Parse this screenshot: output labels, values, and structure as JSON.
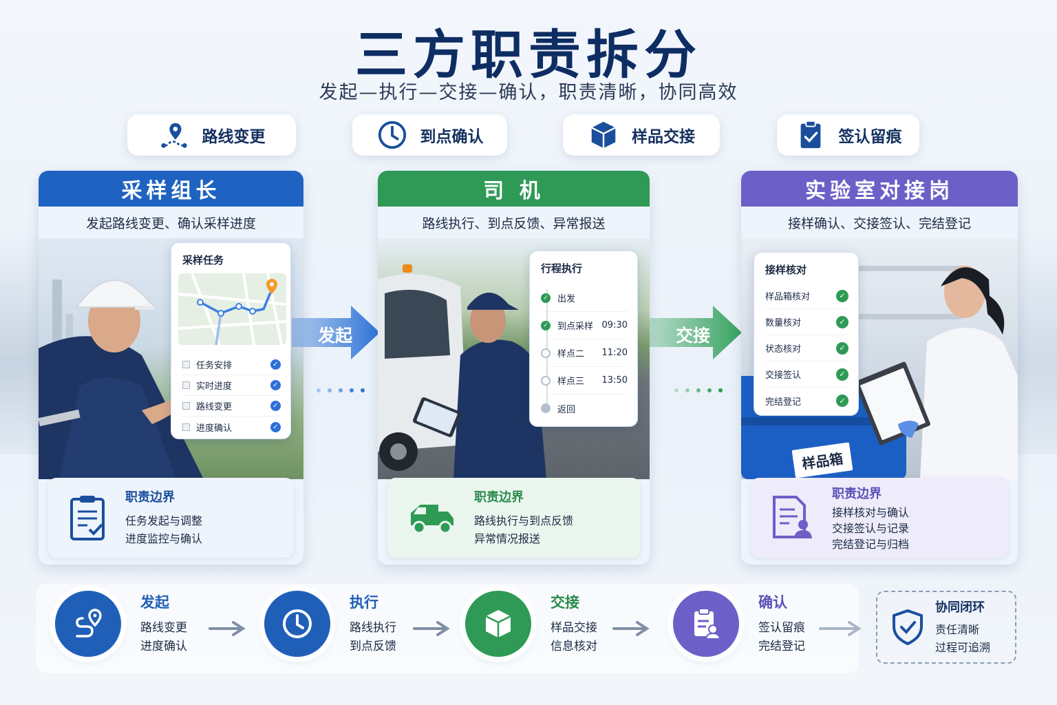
{
  "title": "三方职责拆分",
  "subtitle": "发起—执行—交接—确认，职责清晰，协同高效",
  "pills": [
    {
      "label": "路线变更",
      "icon": "route-pin-icon"
    },
    {
      "label": "到点确认",
      "icon": "clock-icon"
    },
    {
      "label": "样品交接",
      "icon": "box-icon"
    },
    {
      "label": "签认留痕",
      "icon": "clipboard-check-icon"
    }
  ],
  "panels": [
    {
      "title": "采样组长",
      "subtitle": "发起路线变更、确认采样进度",
      "color": "#1f63c2",
      "card": {
        "title": "采样任务",
        "items": [
          "任务安排",
          "实时进度",
          "路线变更",
          "进度确认"
        ]
      },
      "duty": {
        "title": "职责边界",
        "lines": [
          "任务发起与调整",
          "进度监控与确认"
        ]
      }
    },
    {
      "title": "司 机",
      "subtitle": "路线执行、到点反馈、异常报送",
      "color": "#2e9a55",
      "card": {
        "title": "行程执行",
        "items": [
          {
            "label": "出发",
            "time": ""
          },
          {
            "label": "到点采样",
            "time": "09:30"
          },
          {
            "label": "样点二",
            "time": "11:20"
          },
          {
            "label": "样点三",
            "time": "13:50"
          },
          {
            "label": "返回",
            "time": ""
          }
        ]
      },
      "duty": {
        "title": "职责边界",
        "lines": [
          "路线执行与到点反馈",
          "异常情况报送"
        ]
      }
    },
    {
      "title": "实验室对接岗",
      "subtitle": "接样确认、交接签认、完结登记",
      "color": "#6c5fc7",
      "card": {
        "title": "接样核对",
        "items": [
          "样品箱核对",
          "数量核对",
          "状态核对",
          "交接签认",
          "完结登记"
        ]
      },
      "box_label": "样品箱",
      "duty": {
        "title": "职责边界",
        "lines": [
          "接样核对与确认",
          "交接签认与记录",
          "完结登记与归档"
        ]
      }
    }
  ],
  "arrows": [
    {
      "label": "发起",
      "color": "#2f74d6"
    },
    {
      "label": "交接",
      "color": "#37a35f"
    }
  ],
  "flow": [
    {
      "title": "发起",
      "lines": [
        "路线变更",
        "进度确认"
      ],
      "color": "#1f5fb8",
      "icon": "route-icon"
    },
    {
      "title": "执行",
      "lines": [
        "路线执行",
        "到点反馈"
      ],
      "color": "#1f5fb8",
      "icon": "clock-icon"
    },
    {
      "title": "交接",
      "lines": [
        "样品交接",
        "信息核对"
      ],
      "color": "#2e9a55",
      "icon": "box-icon"
    },
    {
      "title": "确认",
      "lines": [
        "签认留痕",
        "完结登记"
      ],
      "color": "#6c5fc7",
      "icon": "document-user-icon"
    }
  ],
  "closure": {
    "title": "协同闭环",
    "lines": [
      "责任清晰",
      "过程可追溯"
    ],
    "icon": "shield-check-icon"
  }
}
